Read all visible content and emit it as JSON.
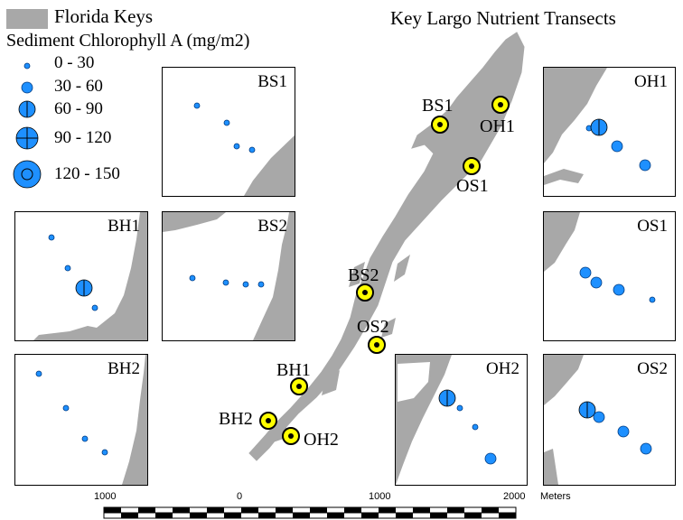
{
  "map": {
    "title": "Key Largo Nutrient Transects",
    "land_color": "#a8a8a8",
    "marker_colors": {
      "sample": "#1e90ff",
      "site_fill": "#ffff00"
    }
  },
  "legend": {
    "land_label": "Florida Keys",
    "heading": "Sediment Chlorophyll A (mg/m2)",
    "classes": [
      "0 - 30",
      "30 - 60",
      "60 - 90",
      "90 - 120",
      "120 - 150"
    ]
  },
  "sites": [
    "BS1",
    "OH1",
    "OS1",
    "BS2",
    "OS2",
    "BH1",
    "BH2",
    "OH2"
  ],
  "insets": [
    {
      "label": "BS1",
      "class_index": [
        0,
        0,
        0,
        0
      ]
    },
    {
      "label": "OH1",
      "class_index": [
        0,
        2,
        1,
        1
      ]
    },
    {
      "label": "BH1",
      "class_index": [
        0,
        0,
        2,
        0
      ]
    },
    {
      "label": "BS2",
      "class_index": [
        0,
        0,
        0,
        0
      ]
    },
    {
      "label": "OS1",
      "class_index": [
        1,
        1,
        1,
        0
      ]
    },
    {
      "label": "BH2",
      "class_index": [
        0,
        0,
        0,
        0
      ]
    },
    {
      "label": "OH2",
      "class_index": [
        2,
        0,
        0,
        1
      ]
    },
    {
      "label": "OS2",
      "class_index": [
        2,
        1,
        1,
        1
      ]
    }
  ],
  "scalebar": {
    "ticks": [
      "1000",
      "0",
      "1000",
      "2000"
    ],
    "unit": "Meters"
  }
}
